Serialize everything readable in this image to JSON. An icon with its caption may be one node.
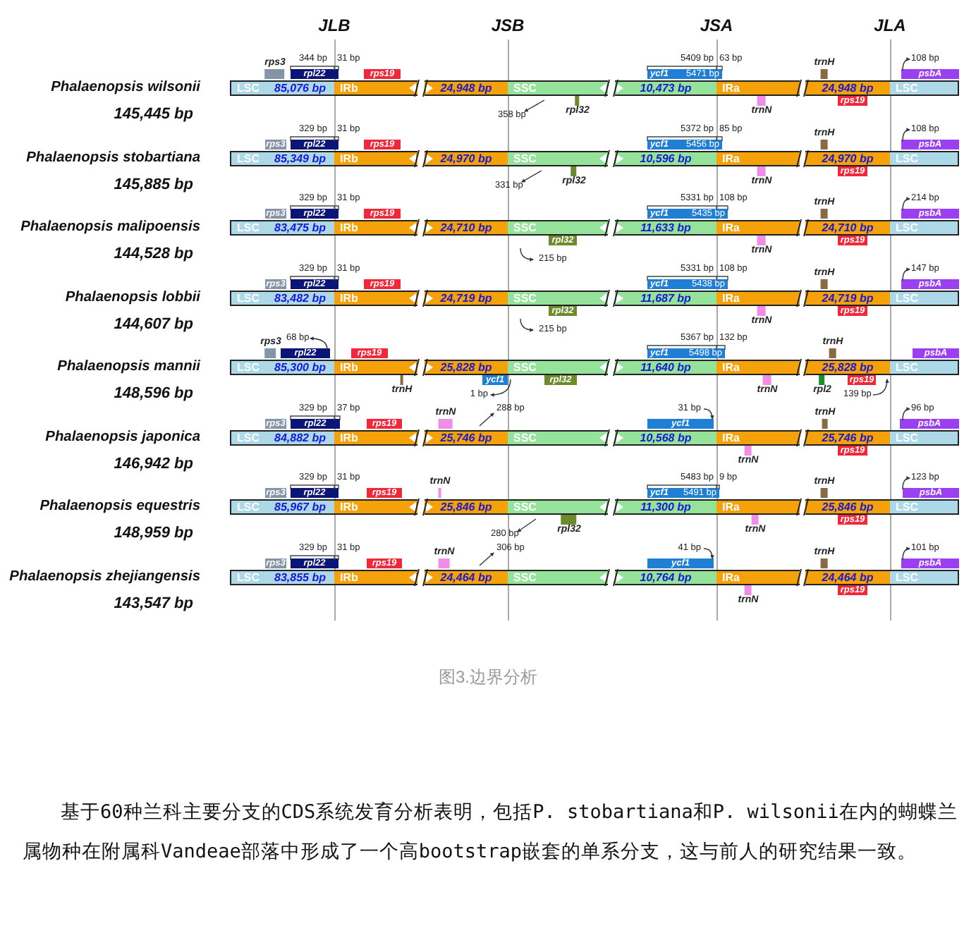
{
  "diagram": {
    "caption": "图3.边界分析",
    "nodes": [
      {
        "text": [
          "rps3"
        ]
      },
      {
        "text": [
          "rpl22"
        ]
      },
      {
        "text": [
          "rps19"
        ]
      },
      {
        "text": [
          "ycf1",
          "5471 bp"
        ]
      },
      {
        "text": [
          "trnH"
        ]
      },
      {
        "text": [
          "psbA"
        ]
      },
      {
        "text": [
          "LSC",
          "85,076 bp"
        ]
      },
      {
        "text": [
          "IRb"
        ]
      },
      {
        "text": [
          "24,948 bp"
        ]
      },
      {
        "text": [
          "SSC"
        ]
      },
      {
        "text": [
          "10,473 bp"
        ]
      },
      {
        "text": [
          "IRa"
        ]
      },
      {
        "text": [
          "24,948 bp"
        ]
      },
      {
        "text": [
          "LSC"
        ]
      },
      {
        "text": [
          "rpl32"
        ]
      },
      {
        "text": [
          "trnN"
        ]
      },
      {
        "text": [
          "rps19"
        ]
      },
      {
        "text": [
          "rps3"
        ]
      },
      {
        "text": [
          "rpl22"
        ]
      },
      {
        "text": [
          "rps19"
        ]
      },
      {
        "text": [
          "ycf1",
          "5456 bp"
        ]
      },
      {
        "text": [
          "trnH"
        ]
      },
      {
        "text": [
          "psbA"
        ]
      },
      {
        "text": [
          "LSC",
          "85,349 bp"
        ]
      },
      {
        "text": [
          "IRb"
        ]
      },
      {
        "text": [
          "24,970 bp"
        ]
      },
      {
        "text": [
          "SSC"
        ]
      },
      {
        "text": [
          "10,596 bp"
        ]
      },
      {
        "text": [
          "IRa"
        ]
      },
      {
        "text": [
          "24,970 bp"
        ]
      },
      {
        "text": [
          "LSC"
        ]
      },
      {
        "text": [
          "rpl32"
        ]
      },
      {
        "text": [
          "trnN"
        ]
      },
      {
        "text": [
          "rps19"
        ]
      },
      {
        "text": [
          "rps3"
        ]
      },
      {
        "text": [
          "rpl22"
        ]
      },
      {
        "text": [
          "rps19"
        ]
      },
      {
        "text": [
          "ycf1",
          "5435 bp"
        ]
      },
      {
        "text": [
          "trnH"
        ]
      },
      {
        "text": [
          "psbA"
        ]
      },
      {
        "text": [
          "LSC",
          "83,475 bp"
        ]
      },
      {
        "text": [
          "IRb"
        ]
      },
      {
        "text": [
          "24,710 bp"
        ]
      },
      {
        "text": [
          "SSC"
        ]
      },
      {
        "text": [
          "11,633 bp"
        ]
      },
      {
        "text": [
          "IRa"
        ]
      },
      {
        "text": [
          "24,710 bp"
        ]
      },
      {
        "text": [
          "LSC"
        ]
      },
      {
        "text": [
          "rpl32"
        ]
      },
      {
        "text": [
          "trnN"
        ]
      },
      {
        "text": [
          "rps19"
        ]
      },
      {
        "text": [
          "rps3"
        ]
      },
      {
        "text": [
          "rpl22"
        ]
      },
      {
        "text": [
          "rps19"
        ]
      },
      {
        "text": [
          "ycf1",
          "5438 bp"
        ]
      },
      {
        "text": [
          "trnH"
        ]
      },
      {
        "text": [
          "psbA"
        ]
      },
      {
        "text": [
          "LSC",
          "83,482 bp"
        ]
      },
      {
        "text": [
          "IRb"
        ]
      },
      {
        "text": [
          "24,719 bp"
        ]
      },
      {
        "text": [
          "SSC"
        ]
      },
      {
        "text": [
          "11,687 bp"
        ]
      },
      {
        "text": [
          "IRa"
        ]
      },
      {
        "text": [
          "24,719 bp"
        ]
      },
      {
        "text": [
          "LSC"
        ]
      },
      {
        "text": [
          "rpl32"
        ]
      },
      {
        "text": [
          "trnN"
        ]
      },
      {
        "text": [
          "rps19"
        ]
      },
      {
        "text": [
          "rps3"
        ]
      },
      {
        "text": [
          "rpl22"
        ]
      },
      {
        "text": [
          "rps19"
        ]
      },
      {
        "text": [
          "ycf1",
          "5498 bp"
        ]
      },
      {
        "text": [
          "trnH"
        ]
      },
      {
        "text": [
          "psbA"
        ]
      },
      {
        "text": [
          "LSC",
          "85,300 bp"
        ]
      },
      {
        "text": [
          "IRb"
        ]
      },
      {
        "text": [
          "25,828 bp"
        ]
      },
      {
        "text": [
          "SSC"
        ]
      },
      {
        "text": [
          "11,640 bp"
        ]
      },
      {
        "text": [
          "IRa"
        ]
      },
      {
        "text": [
          "25,828 bp"
        ]
      },
      {
        "text": [
          "LSC"
        ]
      },
      {
        "text": [
          "trnH"
        ]
      },
      {
        "text": [
          "ycf1"
        ]
      },
      {
        "text": [
          "rpl32"
        ]
      },
      {
        "text": [
          "trnN"
        ]
      },
      {
        "text": [
          "rpl2"
        ]
      },
      {
        "text": [
          "rps19"
        ]
      },
      {
        "text": [
          "rps3"
        ]
      },
      {
        "text": [
          "rpl22"
        ]
      },
      {
        "text": [
          "rps19"
        ]
      },
      {
        "text": [
          "trnN"
        ]
      },
      {
        "text": [
          "ycf1"
        ]
      },
      {
        "text": [
          "trnH"
        ]
      },
      {
        "text": [
          "psbA"
        ]
      },
      {
        "text": [
          "LSC",
          "84,882 bp"
        ]
      },
      {
        "text": [
          "IRb"
        ]
      },
      {
        "text": [
          "25,746 bp"
        ]
      },
      {
        "text": [
          "SSC"
        ]
      },
      {
        "text": [
          "10,568 bp"
        ]
      },
      {
        "text": [
          "IRa"
        ]
      },
      {
        "text": [
          "25,746 bp"
        ]
      },
      {
        "text": [
          "LSC"
        ]
      },
      {
        "text": [
          "trnN"
        ]
      },
      {
        "text": [
          "rps19"
        ]
      },
      {
        "text": [
          "rps3"
        ]
      },
      {
        "text": [
          "rpl22"
        ]
      },
      {
        "text": [
          "rps19"
        ]
      },
      {
        "text": [
          "trnN"
        ]
      },
      {
        "text": [
          "ycf1",
          "5491 bp"
        ]
      },
      {
        "text": [
          "trnH"
        ]
      },
      {
        "text": [
          "psbA"
        ]
      },
      {
        "text": [
          "LSC",
          "85,967 bp"
        ]
      },
      {
        "text": [
          "IRb"
        ]
      },
      {
        "text": [
          "25,846 bp"
        ]
      },
      {
        "text": [
          "SSC"
        ]
      },
      {
        "text": [
          "11,300 bp"
        ]
      },
      {
        "text": [
          "IRa"
        ]
      },
      {
        "text": [
          "25,846 bp"
        ]
      },
      {
        "text": [
          "LSC"
        ]
      },
      {
        "text": [
          "rpl32"
        ]
      },
      {
        "text": [
          "trnN"
        ]
      },
      {
        "text": [
          "rps19"
        ]
      },
      {
        "text": [
          "rps3"
        ]
      },
      {
        "text": [
          "rpl22"
        ]
      },
      {
        "text": [
          "rps19"
        ]
      },
      {
        "text": [
          "trnN"
        ]
      },
      {
        "text": [
          "ycf1"
        ]
      },
      {
        "text": [
          "trnH"
        ]
      },
      {
        "text": [
          "psbA"
        ]
      },
      {
        "text": [
          "LSC",
          "83,855 bp"
        ]
      },
      {
        "text": [
          "IRb"
        ]
      },
      {
        "text": [
          "24,464 bp"
        ]
      },
      {
        "text": [
          "SSC"
        ]
      },
      {
        "text": [
          "10,764 bp"
        ]
      },
      {
        "text": [
          "IRa"
        ]
      },
      {
        "text": [
          "24,464 bp"
        ]
      },
      {
        "text": [
          "LSC"
        ]
      },
      {
        "text": [
          "trnN"
        ]
      },
      {
        "text": [
          "rps19"
        ]
      }
    ],
    "labels": [
      "JLB",
      "JSB",
      "JSA",
      "JLA",
      "344 bp",
      "31 bp",
      "5409 bp",
      "63 bp",
      "108 bp",
      "Phalaenopsis wilsonii",
      "358 bp",
      "145,445 bp",
      "329 bp",
      "31 bp",
      "5372 bp",
      "85 bp",
      "108 bp",
      "Phalaenopsis stobartiana",
      "331 bp",
      "145,885 bp",
      "329 bp",
      "31 bp",
      "5331 bp",
      "108 bp",
      "214 bp",
      "Phalaenopsis malipoensis",
      "215 bp",
      "144,528 bp",
      "329 bp",
      "31 bp",
      "5331 bp",
      "108 bp",
      "147 bp",
      "Phalaenopsis lobbii",
      "215 bp",
      "144,607 bp",
      "68 bp",
      "5367 bp",
      "132 bp",
      "Phalaenopsis mannii",
      "1 bp",
      "139 bp",
      "148,596 bp",
      "329 bp",
      "37 bp",
      "288 bp",
      "31 bp",
      "96 bp",
      "Phalaenopsis japonica",
      "146,942 bp",
      "329 bp",
      "31 bp",
      "5483 bp",
      "9 bp",
      "123 bp",
      "Phalaenopsis equestris",
      "280 bp",
      "148,959 bp",
      "329 bp",
      "31 bp",
      "306 bp",
      "41 bp",
      "101 bp",
      "Phalaenopsis zhejiangensis",
      "143,547 bp",
      "基于60种兰科主要分支的CDS系统发育分析表明，包括P. stobartiana和P. wilsonii在内的蝴蝶兰属物种在附属科Vandeae部落中形成了一个高bootstrap嵌套的单系分支，这与前人的研究结果一致。"
    ]
  }
}
